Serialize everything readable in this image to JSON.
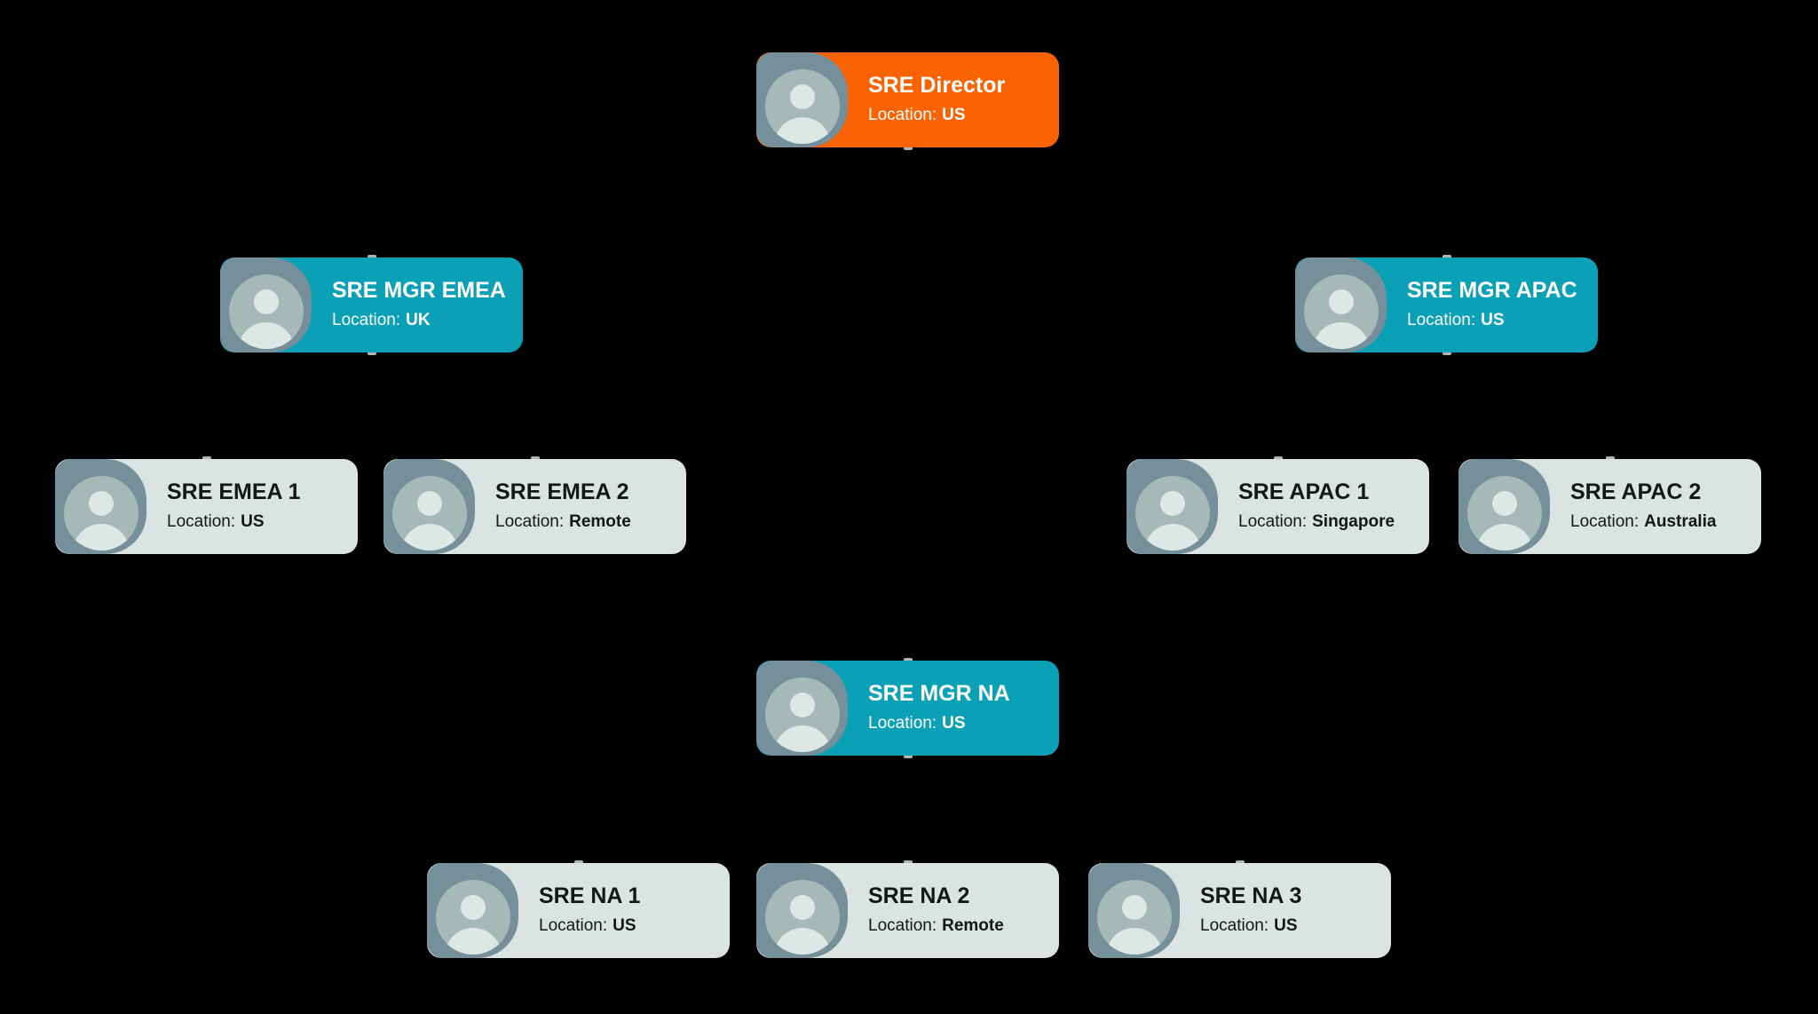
{
  "page": {
    "type": "org-chart",
    "background": "#000000"
  },
  "colors": {
    "page_bg": "#000000",
    "director_card": "#f96302",
    "manager_card": "#0aa0b6",
    "member_card": "#dbe3e3",
    "avatar_frame": "#75909b",
    "avatar_circle": "#a5bab6",
    "avatar_person": "#dde7e5",
    "text_on_color": "#ffffff",
    "text_on_light": "#161616",
    "connector_stub": "#ccd7d7"
  },
  "nodes": [
    {
      "title": "SRE Director",
      "location_label": "Location:",
      "location_value": "US",
      "variant": "director"
    },
    {
      "title": "SRE MGR EMEA",
      "location_label": "Location:",
      "location_value": "UK",
      "variant": "manager"
    },
    {
      "title": "SRE MGR APAC",
      "location_label": "Location:",
      "location_value": "US",
      "variant": "manager"
    },
    {
      "title": "SRE EMEA 1",
      "location_label": "Location:",
      "location_value": "US",
      "variant": "member"
    },
    {
      "title": "SRE EMEA 2",
      "location_label": "Location:",
      "location_value": "Remote",
      "variant": "member"
    },
    {
      "title": "SRE APAC 1",
      "location_label": "Location:",
      "location_value": "Singapore",
      "variant": "member"
    },
    {
      "title": "SRE APAC 2",
      "location_label": "Location:",
      "location_value": "Australia",
      "variant": "member"
    },
    {
      "title": "SRE MGR NA",
      "location_label": "Location:",
      "location_value": "US",
      "variant": "manager"
    },
    {
      "title": "SRE NA 1",
      "location_label": "Location:",
      "location_value": "US",
      "variant": "member"
    },
    {
      "title": "SRE NA 2",
      "location_label": "Location:",
      "location_value": "Remote",
      "variant": "member"
    },
    {
      "title": "SRE NA 3",
      "location_label": "Location:",
      "location_value": "US",
      "variant": "member"
    }
  ]
}
